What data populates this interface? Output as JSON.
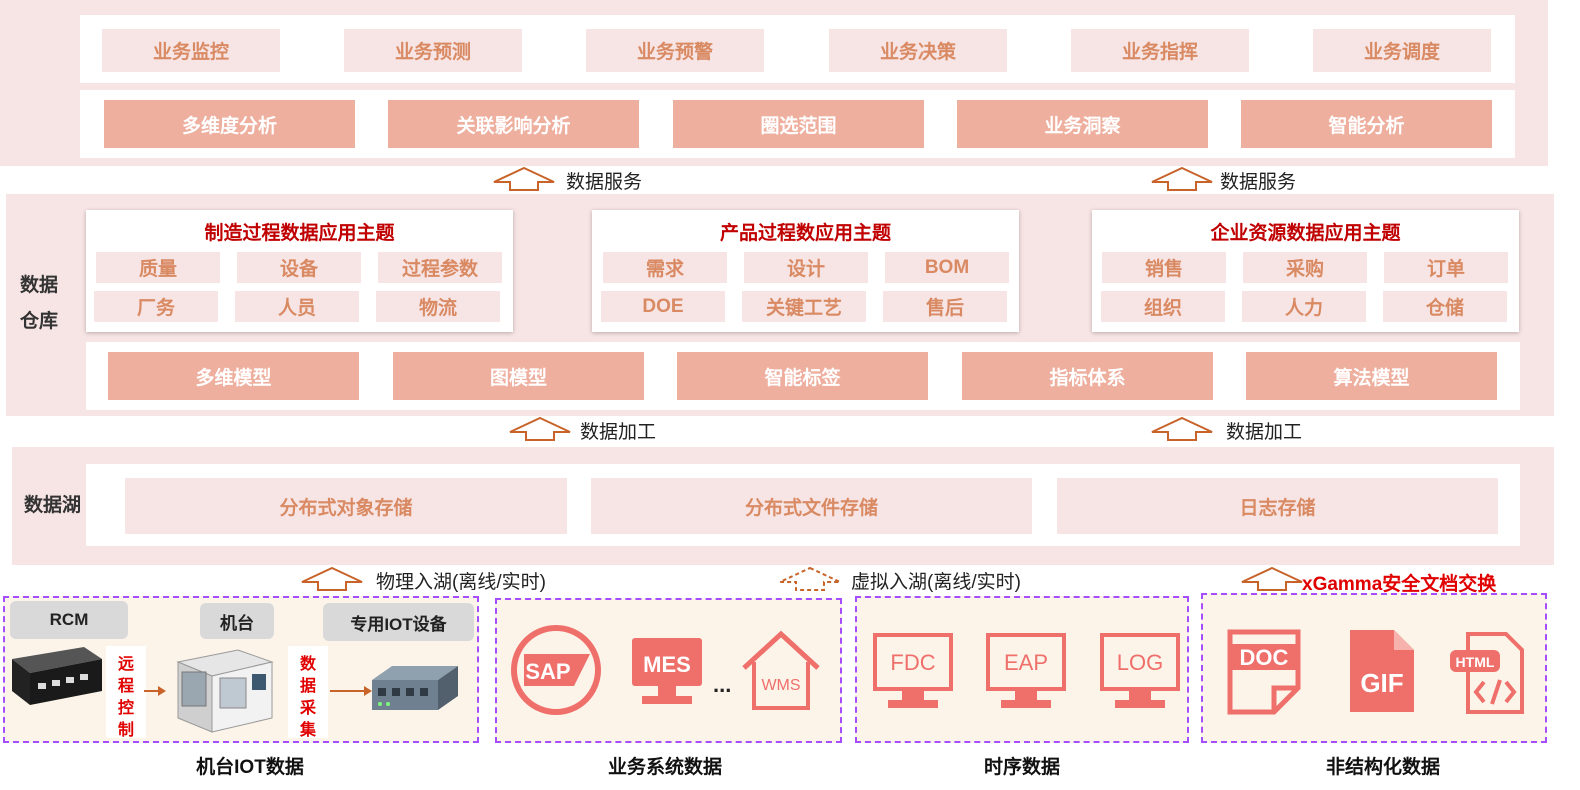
{
  "top_tier": {
    "business_row": [
      "业务监控",
      "业务预测",
      "业务预警",
      "业务决策",
      "业务指挥",
      "业务调度"
    ],
    "analysis_row": [
      "多维度分析",
      "关联影响分析",
      "圈选范围",
      "业务洞察",
      "智能分析"
    ]
  },
  "flows": {
    "service_left": "数据服务",
    "service_right": "数据服务",
    "process_left": "数据加工",
    "process_right": "数据加工",
    "physical": "物理入湖(离线/实时)",
    "virtual": "虚拟入湖(离线/实时)",
    "xgamma": "xGamma安全文档交换"
  },
  "warehouse": {
    "label": [
      "数据",
      "仓库"
    ],
    "themes": [
      {
        "title": "制造过程数据应用主题",
        "items": [
          "质量",
          "设备",
          "过程参数",
          "厂务",
          "人员",
          "物流"
        ]
      },
      {
        "title": "产品过程数应用主题",
        "items": [
          "需求",
          "设计",
          "BOM",
          "DOE",
          "关键工艺",
          "售后"
        ]
      },
      {
        "title": "企业资源数据应用主题",
        "items": [
          "销售",
          "采购",
          "订单",
          "组织",
          "人力",
          "仓储"
        ]
      }
    ],
    "models": [
      "多维模型",
      "图模型",
      "智能标签",
      "指标体系",
      "算法模型"
    ]
  },
  "lake": {
    "label": "数据湖",
    "stores": [
      "分布式对象存储",
      "分布式文件存储",
      "日志存储"
    ]
  },
  "sources": {
    "iot": {
      "title": "机台IOT数据",
      "tags": [
        "RCM",
        "机台",
        "专用IOT设备"
      ],
      "remote_control": [
        "远",
        "程",
        "控",
        "制"
      ],
      "data_collect": [
        "数",
        "据",
        "采",
        "集"
      ]
    },
    "business": {
      "title": "业务系统数据",
      "icons": [
        "SAP",
        "MES",
        "WMS"
      ],
      "ellipsis": "..."
    },
    "timeseries": {
      "title": "时序数据",
      "icons": [
        "FDC",
        "EAP",
        "LOG"
      ]
    },
    "unstructured": {
      "title": "非结构化数据",
      "icons": [
        "DOC",
        "GIF",
        "HTML"
      ]
    }
  },
  "colors": {
    "band": "#f7e4e4",
    "dark_box": "#eeaf9f",
    "light_text": "#d98a63",
    "theme_title": "#c00000",
    "icon": "#ef6f6b",
    "arrow": "#c8642a",
    "dashed": "#a64dff"
  }
}
